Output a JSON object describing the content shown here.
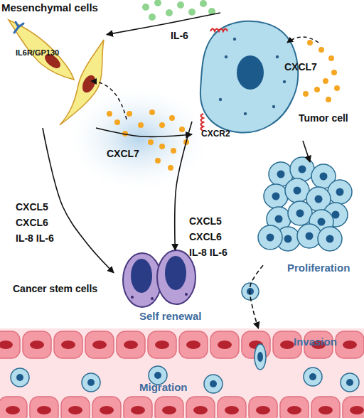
{
  "diagram": {
    "nodes": [
      {
        "text": [
          "Mesenchymal cells",
          "IL6R/GP130"
        ]
      },
      {
        "text": [
          "CXCR2",
          "Tumor cell"
        ]
      },
      {
        "text": [
          "Cancer stem cells",
          "Self renewal"
        ]
      },
      {
        "text": [
          "Proliferation"
        ]
      },
      {
        "text": [
          "Invasion",
          "Migration"
        ]
      }
    ],
    "edges": [
      {
        "from": 1,
        "to": 0,
        "label": "IL-6",
        "arrow": "to"
      },
      {
        "from": 0,
        "to": 1,
        "label": "CXCL7",
        "arrow": "to"
      },
      {
        "from": 0,
        "to": 2,
        "label": "CXCL5 CXCL6 IL-8 IL-6",
        "arrow": "to"
      },
      {
        "from": 1,
        "to": 2,
        "label": "CXCL5 CXCL6 IL-8 IL-6",
        "arrow": "to"
      },
      {
        "from": 1,
        "to": 3,
        "arrow": "to"
      },
      {
        "from": 3,
        "to": 4,
        "arrow": "to"
      }
    ],
    "labels": [
      "CXCL7"
    ]
  }
}
